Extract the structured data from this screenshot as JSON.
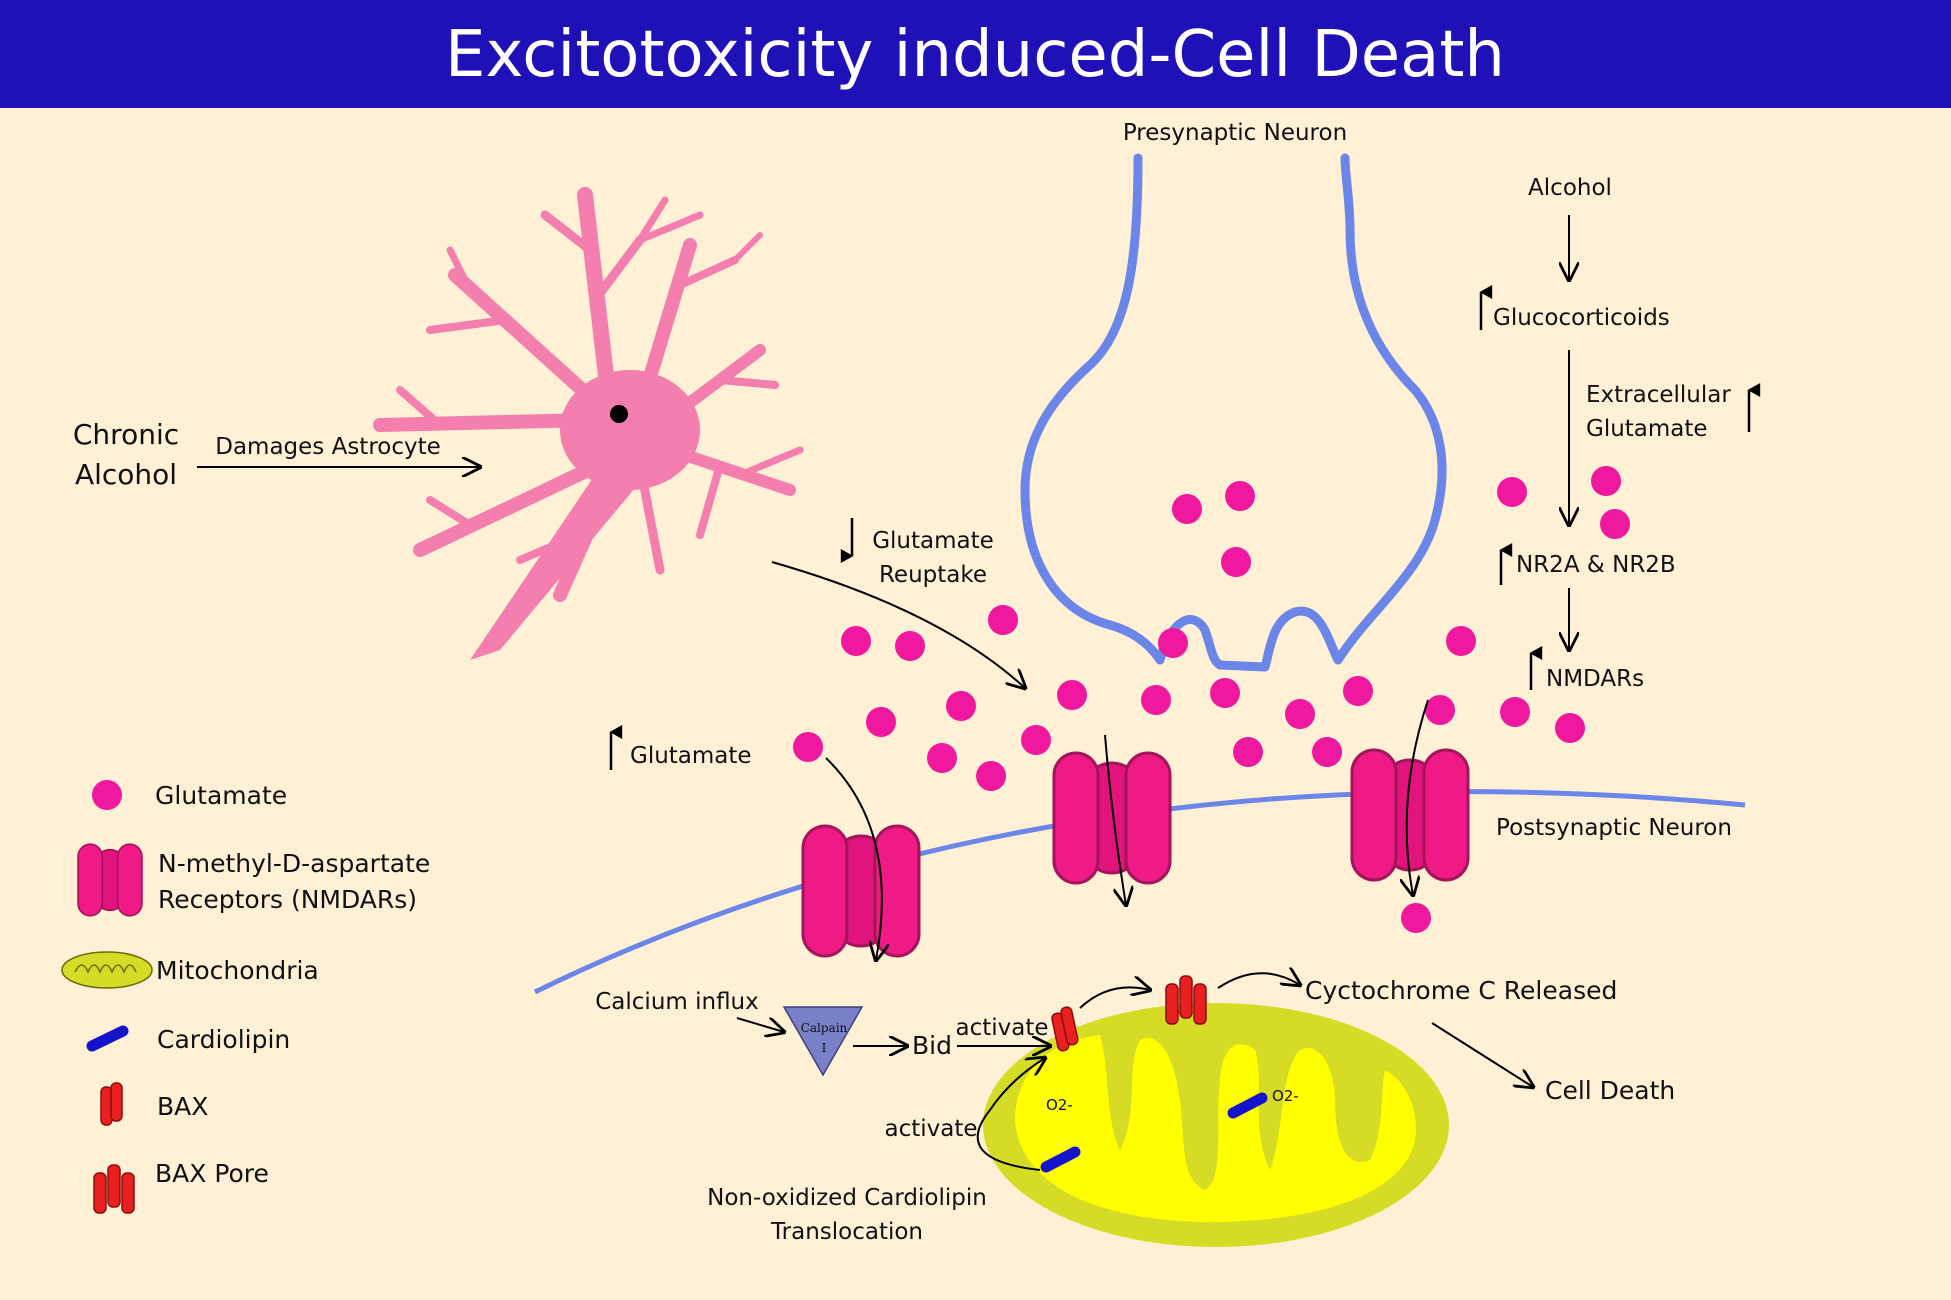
{
  "title": "Excitotoxicity induced-Cell Death",
  "colors": {
    "title_bar": "#2010b8",
    "background": "#fff0d6",
    "membrane": "#6b86e8",
    "glutamate": "#f0189e",
    "nmdar": "#e0147c",
    "astrocyte": "#f47fae",
    "mito_outer": "#d6dc26",
    "mito_inner": "#ffff00",
    "bax": "#e8201f",
    "cardiolipin": "#1414cc",
    "calpain": "#7a80c8"
  },
  "labels": {
    "presynaptic": "Presynaptic Neuron",
    "postsynaptic": "Postsynaptic Neuron",
    "chronic_alcohol_1": "Chronic",
    "chronic_alcohol_2": "Alcohol",
    "damages_astrocyte": "Damages Astrocyte",
    "glutamate_reuptake_1": "Glutamate",
    "glutamate_reuptake_2": "Reuptake",
    "glutamate_up": "Glutamate",
    "alcohol": "Alcohol",
    "glucocorticoids": "Glucocorticoids",
    "extracellular_1": "Extracellular",
    "extracellular_2": "Glutamate",
    "nr2": "NR2A & NR2B",
    "nmdars": "NMDARs",
    "calcium_influx": "Calcium influx",
    "calpain_1": "Calpain",
    "calpain_2": "I",
    "bid": "Bid",
    "activate_1": "activate",
    "activate_2": "activate",
    "cytochrome": "Cyctochrome C Released",
    "cell_death": "Cell Death",
    "o2_left": "O2-",
    "o2_right": "O2-",
    "cardiolipin_1": "Non-oxidized Cardiolipin",
    "cardiolipin_2": "Translocation"
  },
  "legend": [
    {
      "icon": "glutamate",
      "label": "Glutamate"
    },
    {
      "icon": "nmdar",
      "label": "N-methyl-D-aspartate",
      "label2": "Receptors (NMDARs)"
    },
    {
      "icon": "mitochondria",
      "label": "Mitochondria"
    },
    {
      "icon": "cardiolipin",
      "label": "Cardiolipin"
    },
    {
      "icon": "bax",
      "label": "BAX"
    },
    {
      "icon": "bax-pore",
      "label": "BAX Pore"
    }
  ]
}
